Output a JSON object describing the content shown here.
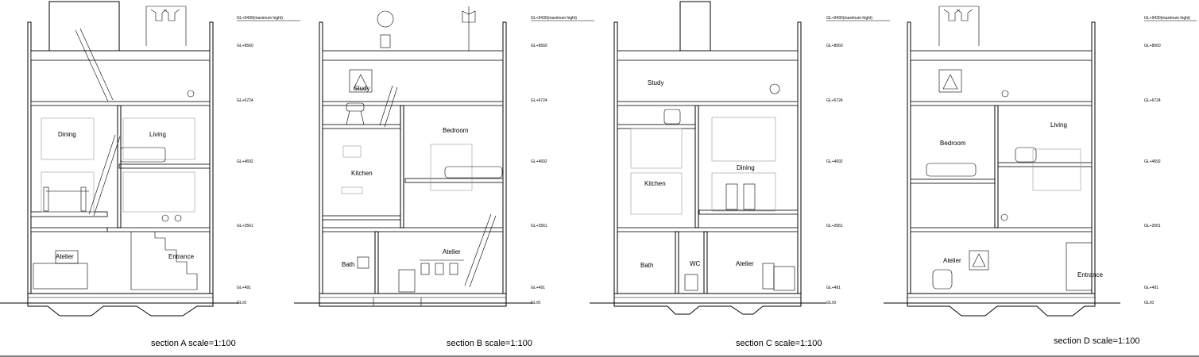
{
  "sections": [
    {
      "caption": "section A  scale=1:100",
      "rooms": [
        "Dining",
        "Living",
        "Atelier",
        "Entrance"
      ],
      "levels": [
        "GL+9430(maximum hight)",
        "GL+8560",
        "GL+6724",
        "GL+4692",
        "GL+2561",
        "GL+491",
        "GL±0"
      ]
    },
    {
      "caption": "section B  scale=1:100",
      "rooms": [
        "Study",
        "Bedroom",
        "Kitchen",
        "Atelier",
        "Bath"
      ],
      "levels": [
        "GL+9430(maximum hight)",
        "GL+8560",
        "GL+6724",
        "GL+4692",
        "GL+2561",
        "GL+491",
        "GL±0"
      ]
    },
    {
      "caption": "section C  scale=1:100",
      "rooms": [
        "Study",
        "Dining",
        "Kitchen",
        "Bath",
        "WC",
        "Atelier"
      ],
      "levels": [
        "GL+9430(maximum hight)",
        "GL+8560",
        "GL+6724",
        "GL+4692",
        "GL+2561",
        "GL+491",
        "GL±0"
      ]
    },
    {
      "caption": "section D  scale=1:100",
      "rooms": [
        "Living",
        "Bedroom",
        "Atelier",
        "Entrance"
      ],
      "levels": [
        "GL+9430(maximum hight)",
        "GL+8560",
        "GL+6724",
        "GL+4692",
        "GL+2561",
        "GL+491",
        "GL±0"
      ]
    }
  ]
}
